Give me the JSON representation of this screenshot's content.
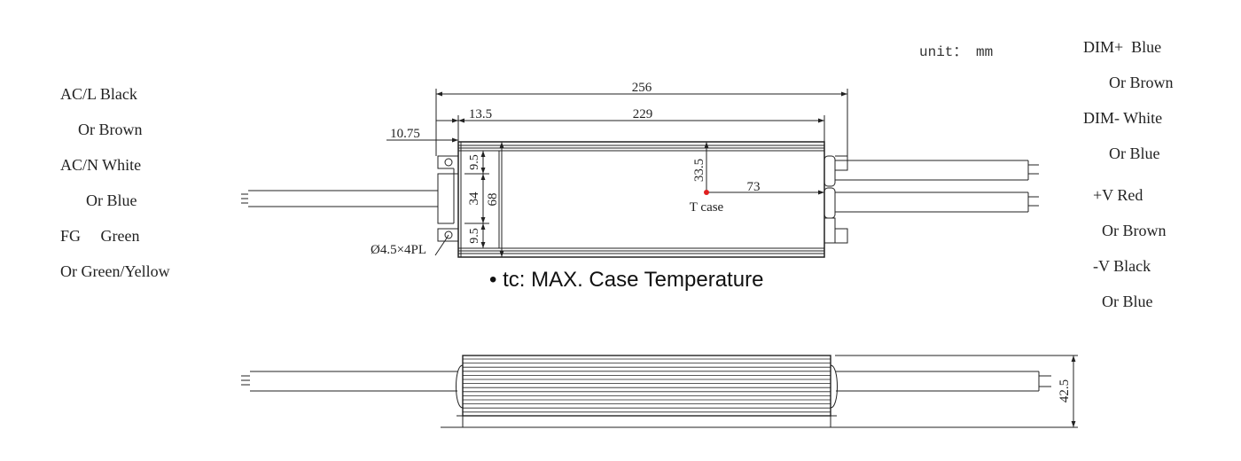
{
  "unit_label": "unit： mm",
  "left_wires": [
    "AC/L Black",
    "Or Brown",
    "AC/N White",
    "Or Blue",
    "FG     Green",
    "Or Green/Yellow"
  ],
  "right_wires": [
    "DIM+  Blue",
    "Or Brown",
    "DIM- White",
    "Or Blue",
    "+V Red",
    "Or Brown",
    "-V Black",
    "Or Blue"
  ],
  "dimensions": {
    "overall_length": "256",
    "body_length": "229",
    "offset_a": "13.5",
    "offset_b": "10.75",
    "hole_spacing_top": "9.5",
    "hole_pitch": "34",
    "width": "68",
    "hole_spacing_bottom": "9.5",
    "tc_vertical": "33.5",
    "tc_horizontal": "73",
    "mount_hole": "Ø4.5×4PL",
    "height": "42.5"
  },
  "tcase_label": "T case",
  "note": "• tc: MAX. Case Temperature",
  "colors": {
    "line": "#222222",
    "tcase_dot": "#e02020"
  }
}
